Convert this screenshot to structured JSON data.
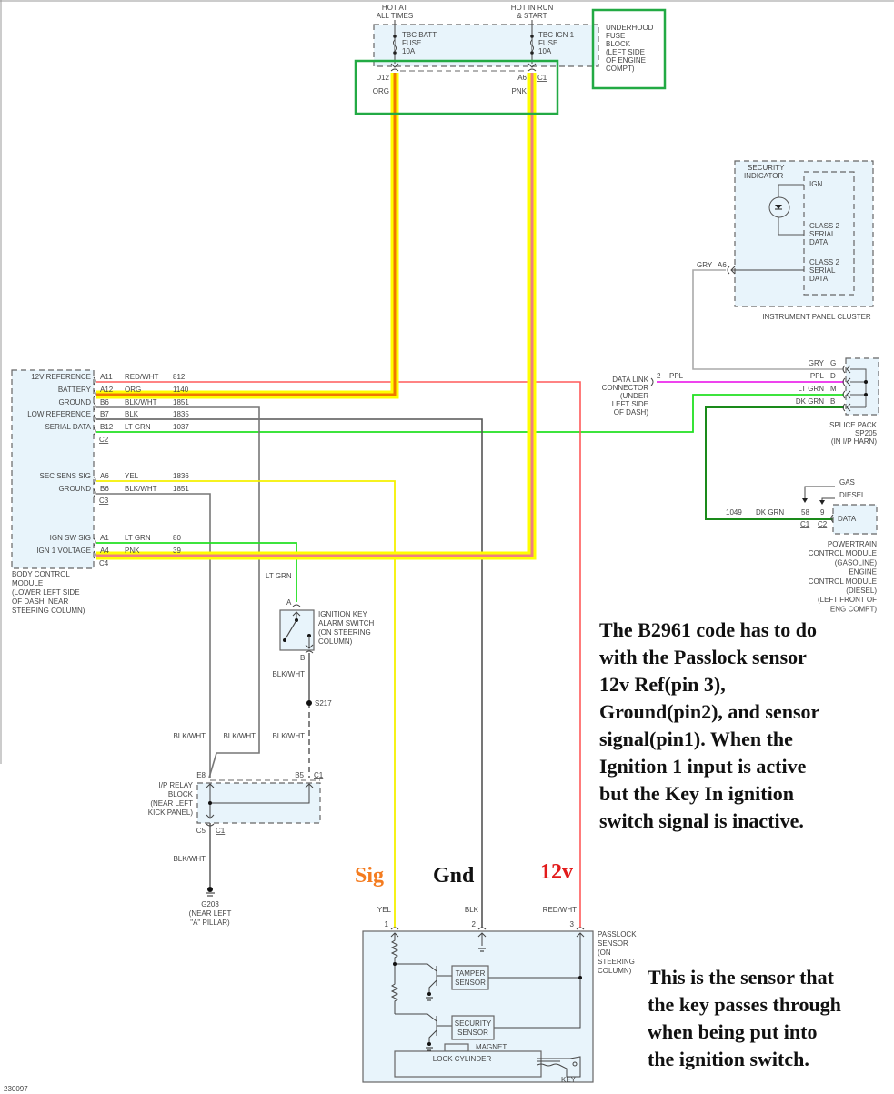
{
  "fuse_block": {
    "hot_all_times": [
      "HOT AT",
      "ALL TIMES"
    ],
    "hot_run_start": [
      "HOT IN RUN",
      "& START"
    ],
    "fuse1": [
      "TBC BATT",
      "FUSE",
      "10A"
    ],
    "fuse2": [
      "TBC IGN 1",
      "FUSE",
      "10A"
    ],
    "title": [
      "UNDERHOOD",
      "FUSE",
      "BLOCK",
      "(LEFT SIDE",
      "OF ENGINE",
      "COMPT)"
    ],
    "pin1": "D12",
    "wire1": "ORG",
    "pin2": "A6",
    "conn2": "C1",
    "wire2": "PNK"
  },
  "ipc": {
    "indicator": [
      "SECURITY",
      "INDICATOR"
    ],
    "inner": [
      "IGN",
      "CLASS 2",
      "SERIAL",
      "DATA",
      "CLASS 2",
      "SERIAL",
      "DATA"
    ],
    "wire": "GRY",
    "pin": "A6",
    "title": "INSTRUMENT PANEL CLUSTER"
  },
  "dlc": {
    "title": [
      "DATA LINK",
      "CONNECTOR",
      "(UNDER",
      "LEFT SIDE",
      "OF DASH)"
    ],
    "pin": "2",
    "wire": "PPL"
  },
  "splice": {
    "rows": [
      {
        "wire": "GRY",
        "pin": "G"
      },
      {
        "wire": "PPL",
        "pin": "D"
      },
      {
        "wire": "LT GRN",
        "pin": "M"
      },
      {
        "wire": "DK GRN",
        "pin": "B"
      }
    ],
    "title": [
      "SPLICE PACK",
      "SP205",
      "(IN I/P HARN)"
    ]
  },
  "pcm": {
    "gas": "GAS",
    "diesel": "DIESEL",
    "circuit": "1049",
    "wire": "DK GRN",
    "pin1": "58",
    "pin2": "9",
    "conn1": "C1",
    "conn2": "C2",
    "data": "DATA",
    "title": [
      "POWERTRAIN",
      "CONTROL MODULE",
      "(GASOLINE)",
      "ENGINE",
      "CONTROL MODULE",
      "(DIESEL)",
      "(LEFT FRONT OF",
      "ENG COMPT)"
    ]
  },
  "bcm": {
    "rows": [
      {
        "label": "12V REFERENCE",
        "pin": "A11",
        "wire": "RED/WHT",
        "circuit": "812"
      },
      {
        "label": "BATTERY",
        "pin": "A12",
        "wire": "ORG",
        "circuit": "1140"
      },
      {
        "label": "GROUND",
        "pin": "B6",
        "wire": "BLK/WHT",
        "circuit": "1851"
      },
      {
        "label": "LOW REFERENCE",
        "pin": "B7",
        "wire": "BLK",
        "circuit": "1835"
      },
      {
        "label": "SERIAL DATA",
        "pin": "B12",
        "wire": "LT GRN",
        "circuit": "1037"
      },
      {
        "label": "SEC SENS SIG",
        "pin": "A6",
        "wire": "YEL",
        "circuit": "1836"
      },
      {
        "label": "GROUND",
        "pin": "B6",
        "wire": "BLK/WHT",
        "circuit": "1851"
      },
      {
        "label": "IGN SW SIG",
        "pin": "A1",
        "wire": "LT GRN",
        "circuit": "80"
      },
      {
        "label": "IGN 1 VOLTAGE",
        "pin": "A4",
        "wire": "PNK",
        "circuit": "39"
      }
    ],
    "conns": [
      "C2",
      "C3",
      "C4"
    ],
    "title": [
      "BODY CONTROL",
      "MODULE",
      "(LOWER LEFT SIDE",
      "OF DASH, NEAR",
      "STEERING COLUMN)"
    ]
  },
  "ign_switch": {
    "wire_top": "LT GRN",
    "pin_a": "A",
    "pin_b": "B",
    "title": [
      "IGNITION KEY",
      "ALARM SWITCH",
      "(ON STEERING",
      "COLUMN)"
    ],
    "wire_b": "BLK/WHT",
    "splice": "S217",
    "wire_b2": "BLK/WHT"
  },
  "relay": {
    "wire_left1": "BLK/WHT",
    "wire_left2": "BLK/WHT",
    "pin_e8": "E8",
    "pin_b5": "B5",
    "conn_top": "C1",
    "title": [
      "I/P RELAY",
      "BLOCK",
      "(NEAR LEFT",
      "KICK PANEL)"
    ],
    "pin_c5": "C5",
    "conn_bottom": "C1",
    "wire_down": "BLK/WHT",
    "ground": [
      "G203",
      "(NEAR LEFT",
      "\"A\" PILLAR)"
    ]
  },
  "passlock": {
    "labels": {
      "sig": "Sig",
      "gnd": "Gnd",
      "v12": "12v"
    },
    "label_colors": {
      "sig": "#f47c20",
      "gnd": "#111111",
      "v12": "#e21a1a"
    },
    "wires": [
      "YEL",
      "BLK",
      "RED/WHT"
    ],
    "pins": [
      "1",
      "2",
      "3"
    ],
    "title": [
      "PASSLOCK",
      "SENSOR",
      "(ON",
      "STEERING",
      "COLUMN)"
    ],
    "tamper": [
      "TAMPER",
      "SENSOR"
    ],
    "security": [
      "SECURITY",
      "SENSOR"
    ],
    "magnet": "MAGNET",
    "cylinder": "LOCK CYLINDER",
    "key": "KEY"
  },
  "notes": {
    "code_note": [
      "The B2961 code has to do",
      "with the Passlock sensor",
      "12v Ref(pin 3),",
      "Ground(pin2), and sensor",
      "signal(pin1). When the",
      "Ignition 1 input is active",
      "but the Key In ignition",
      "switch signal is inactive."
    ],
    "sensor_note": [
      "This is the sensor that",
      "the key passes through",
      "when being put into",
      "the ignition switch."
    ]
  },
  "figure_id": "230097",
  "colors": {
    "highlight": "#ffff00",
    "org": "#f07800",
    "pnk": "#f08080",
    "red": "#ff5a5a",
    "ltgrn": "#22e022",
    "dkgrn": "#1a8a1a",
    "ppl": "#ee44ee",
    "yel": "#f5f000",
    "gry": "#aaaaaa",
    "blk": "#555555",
    "annot_box": "#22aa44"
  }
}
